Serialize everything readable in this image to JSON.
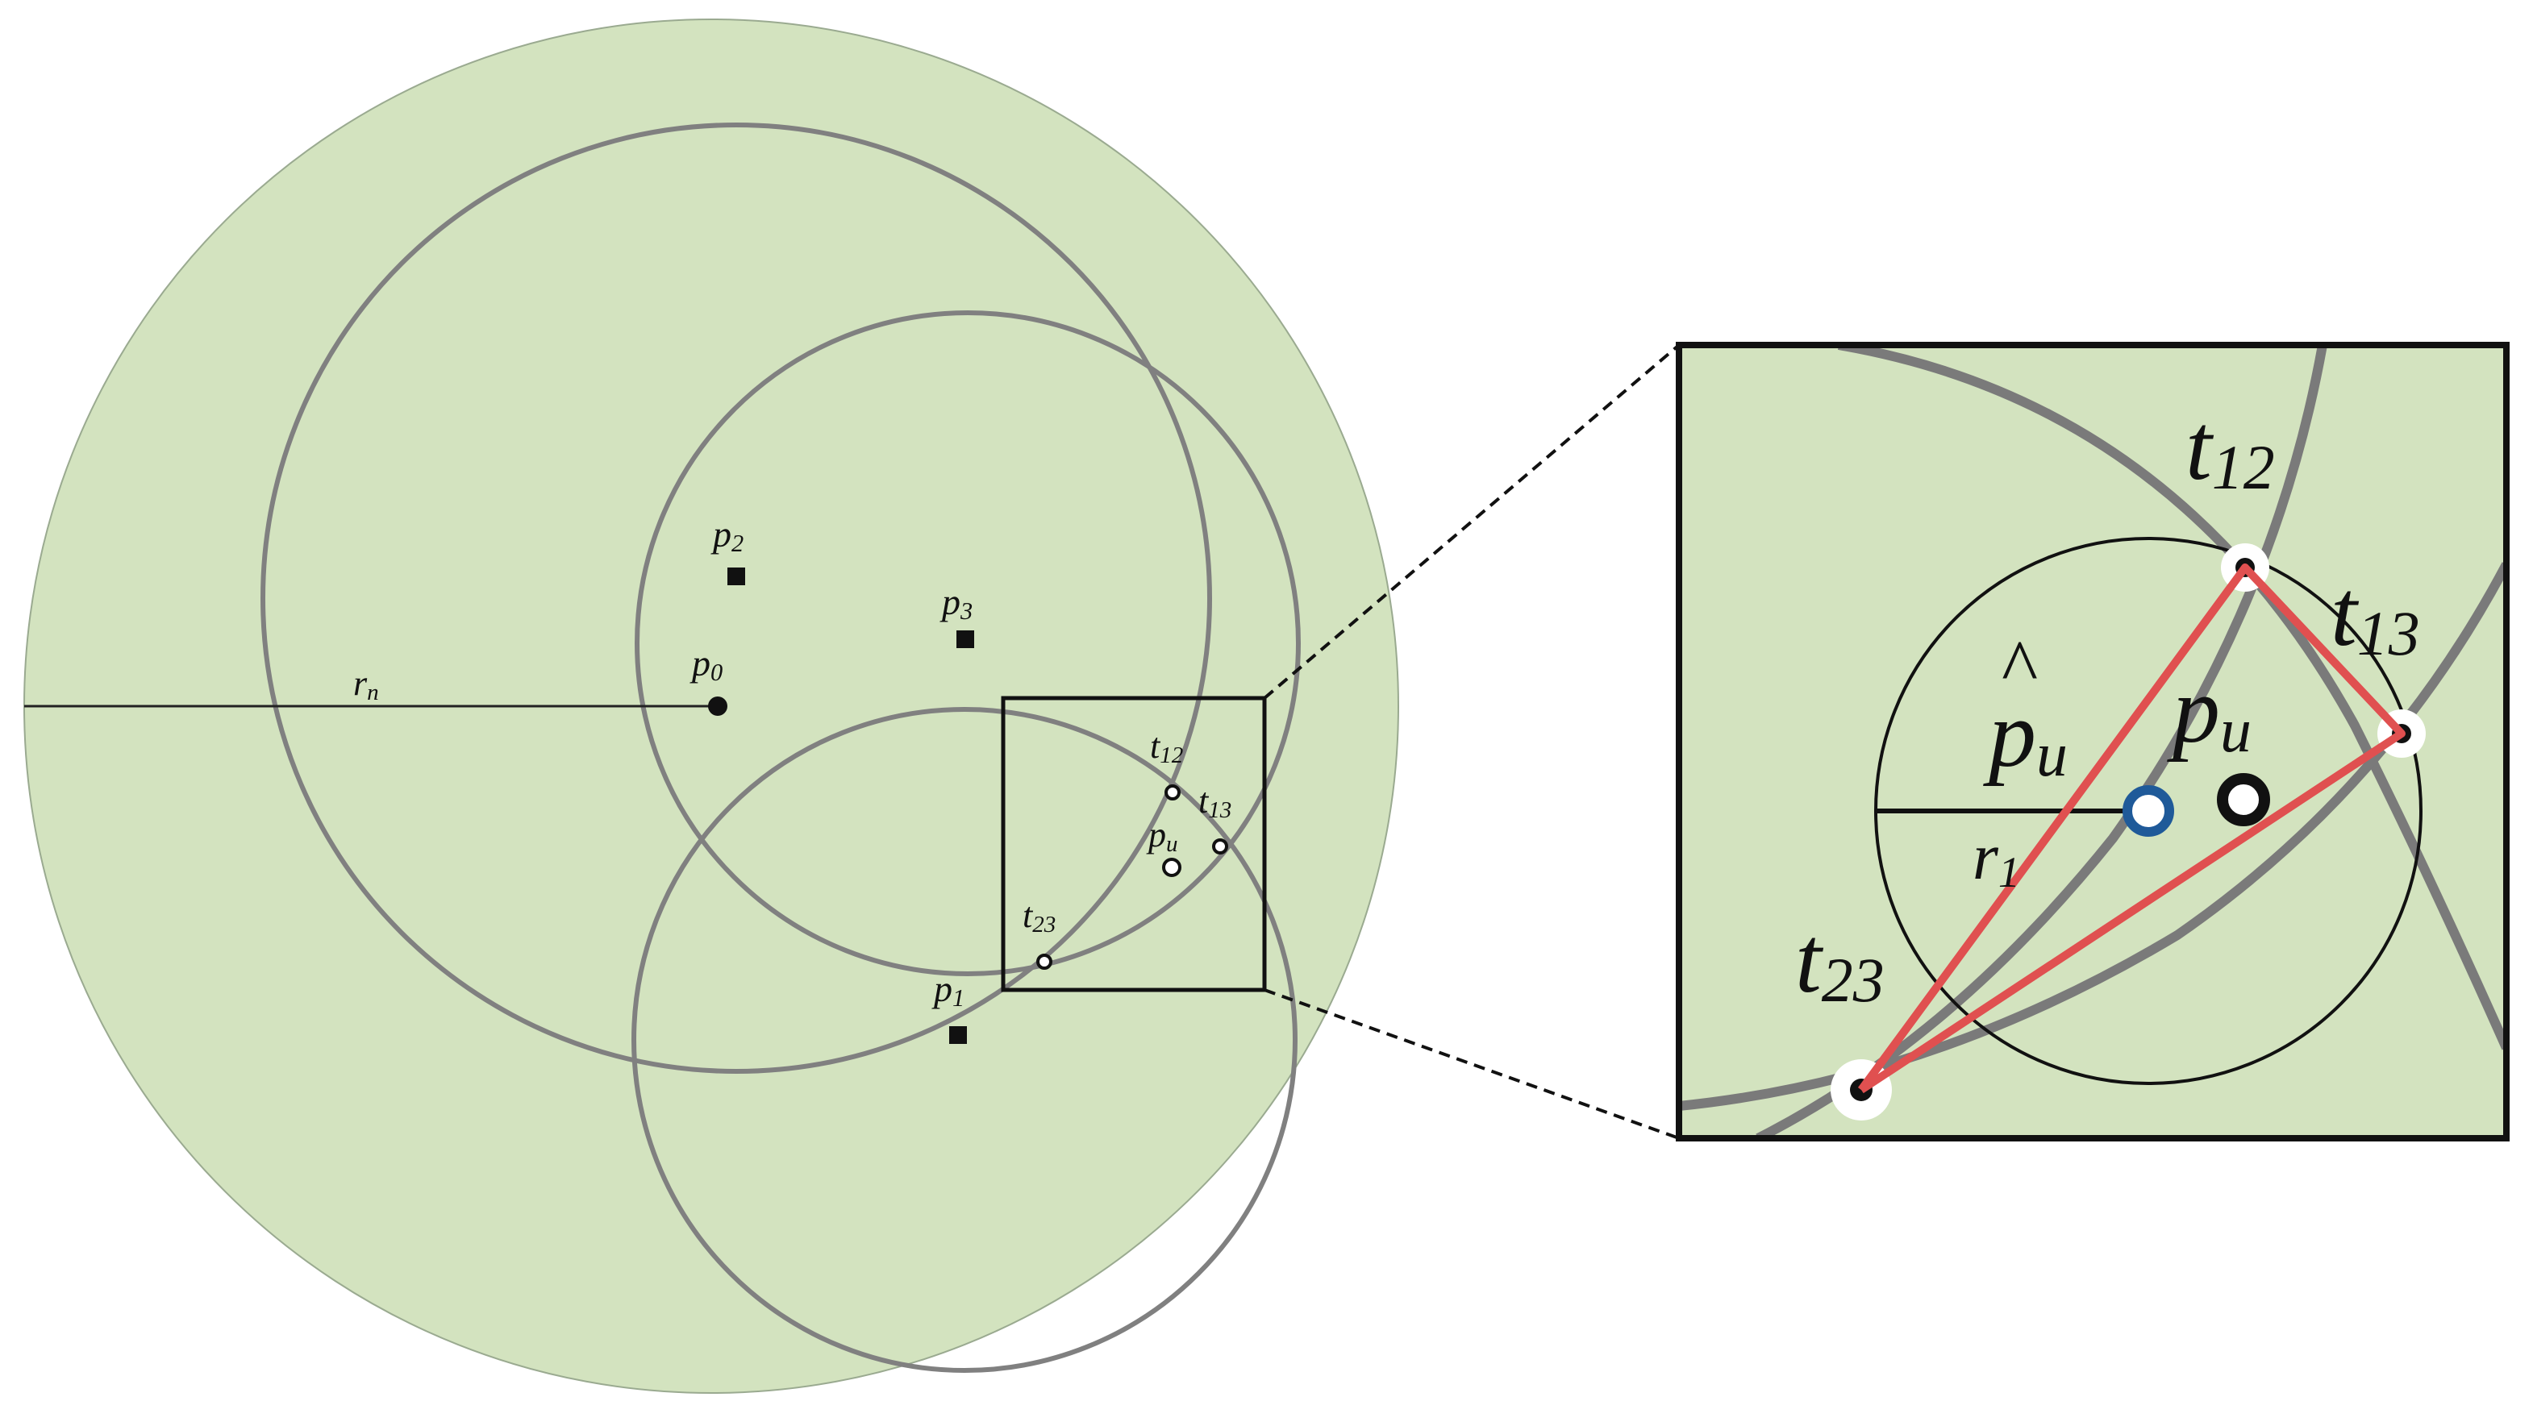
{
  "colors": {
    "region_fill": "#d3e3bf",
    "circle_stroke": "#808080",
    "zoom_circle_stroke": "#7a7a7a",
    "triangle": "#e05050",
    "estimate_marker": "#1f5a99",
    "frame": "#111111"
  },
  "labels": {
    "rn": {
      "base": "r",
      "sub": "n"
    },
    "p0": {
      "base": "p",
      "sub": "0"
    },
    "p1": {
      "base": "p",
      "sub": "1"
    },
    "p2": {
      "base": "p",
      "sub": "2"
    },
    "p3": {
      "base": "p",
      "sub": "3"
    },
    "pu": {
      "base": "p",
      "sub": "u"
    },
    "t12": {
      "base": "t",
      "sub": "12"
    },
    "t13": {
      "base": "t",
      "sub": "13"
    },
    "t23": {
      "base": "t",
      "sub": "23"
    }
  },
  "zoom_labels": {
    "t12": {
      "base": "t",
      "sub": "12"
    },
    "t13": {
      "base": "t",
      "sub": "13"
    },
    "t23": {
      "base": "t",
      "sub": "23"
    },
    "pu": {
      "base": "p",
      "sub": "u"
    },
    "pu_hat": {
      "base": "p",
      "sub": "u",
      "accent": "^"
    },
    "r1": {
      "base": "r",
      "sub": "1"
    }
  }
}
